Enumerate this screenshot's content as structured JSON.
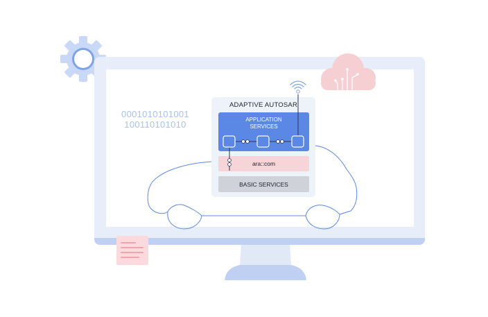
{
  "diagram": {
    "binary_lines": [
      "0001010101001",
      "100110101010"
    ],
    "panel_title": "ADAPTIVE AUTOSAR",
    "application_services": [
      "APPLICATION",
      "SERVICES"
    ],
    "ara_com": "ara::com",
    "basic_services": "BASIC SERVICES"
  },
  "icons": {
    "gear": "gear-icon",
    "cloud": "cloud-network-icon",
    "wifi": "wifi-signal-icon",
    "document": "document-lines-icon",
    "car": "car-outline-icon",
    "monitor": "monitor-icon"
  },
  "colors": {
    "application_services": "#5b87e5",
    "ara_com": "#f6d4d8",
    "basic_services": "#cfd2d8",
    "monitor_frame": "#e8eef9",
    "car_outline": "#5b87e5",
    "cloud": "#f6cfd3",
    "gear": "#c8d8f6"
  }
}
